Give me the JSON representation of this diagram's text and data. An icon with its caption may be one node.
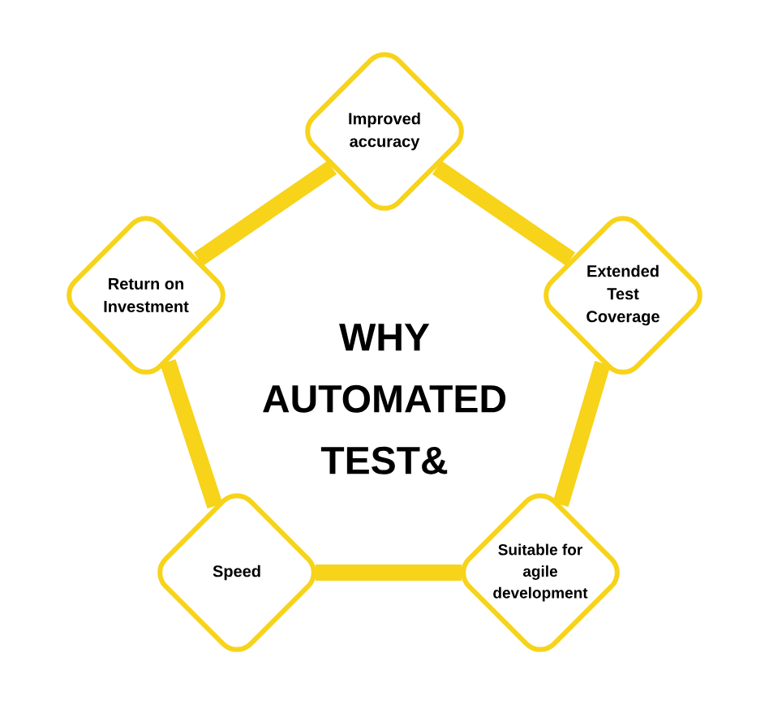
{
  "diagram": {
    "title": "WHY AUTOMATED TEST&",
    "nodes": [
      {
        "text": [
          "Improved accuracy"
        ]
      },
      {
        "text": [
          "Return on Investment"
        ]
      },
      {
        "text": [
          "Extended Test Coverage"
        ]
      },
      {
        "text": [
          "Speed"
        ]
      },
      {
        "text": [
          "Suitable for agile development"
        ]
      }
    ],
    "edges": [
      {
        "from": 0,
        "to": 2,
        "arrow": "none"
      },
      {
        "from": 2,
        "to": 4,
        "arrow": "none"
      },
      {
        "from": 3,
        "to": 4,
        "arrow": "none"
      },
      {
        "from": 1,
        "to": 3,
        "arrow": "none"
      },
      {
        "from": 1,
        "to": 0,
        "arrow": "none"
      }
    ]
  }
}
